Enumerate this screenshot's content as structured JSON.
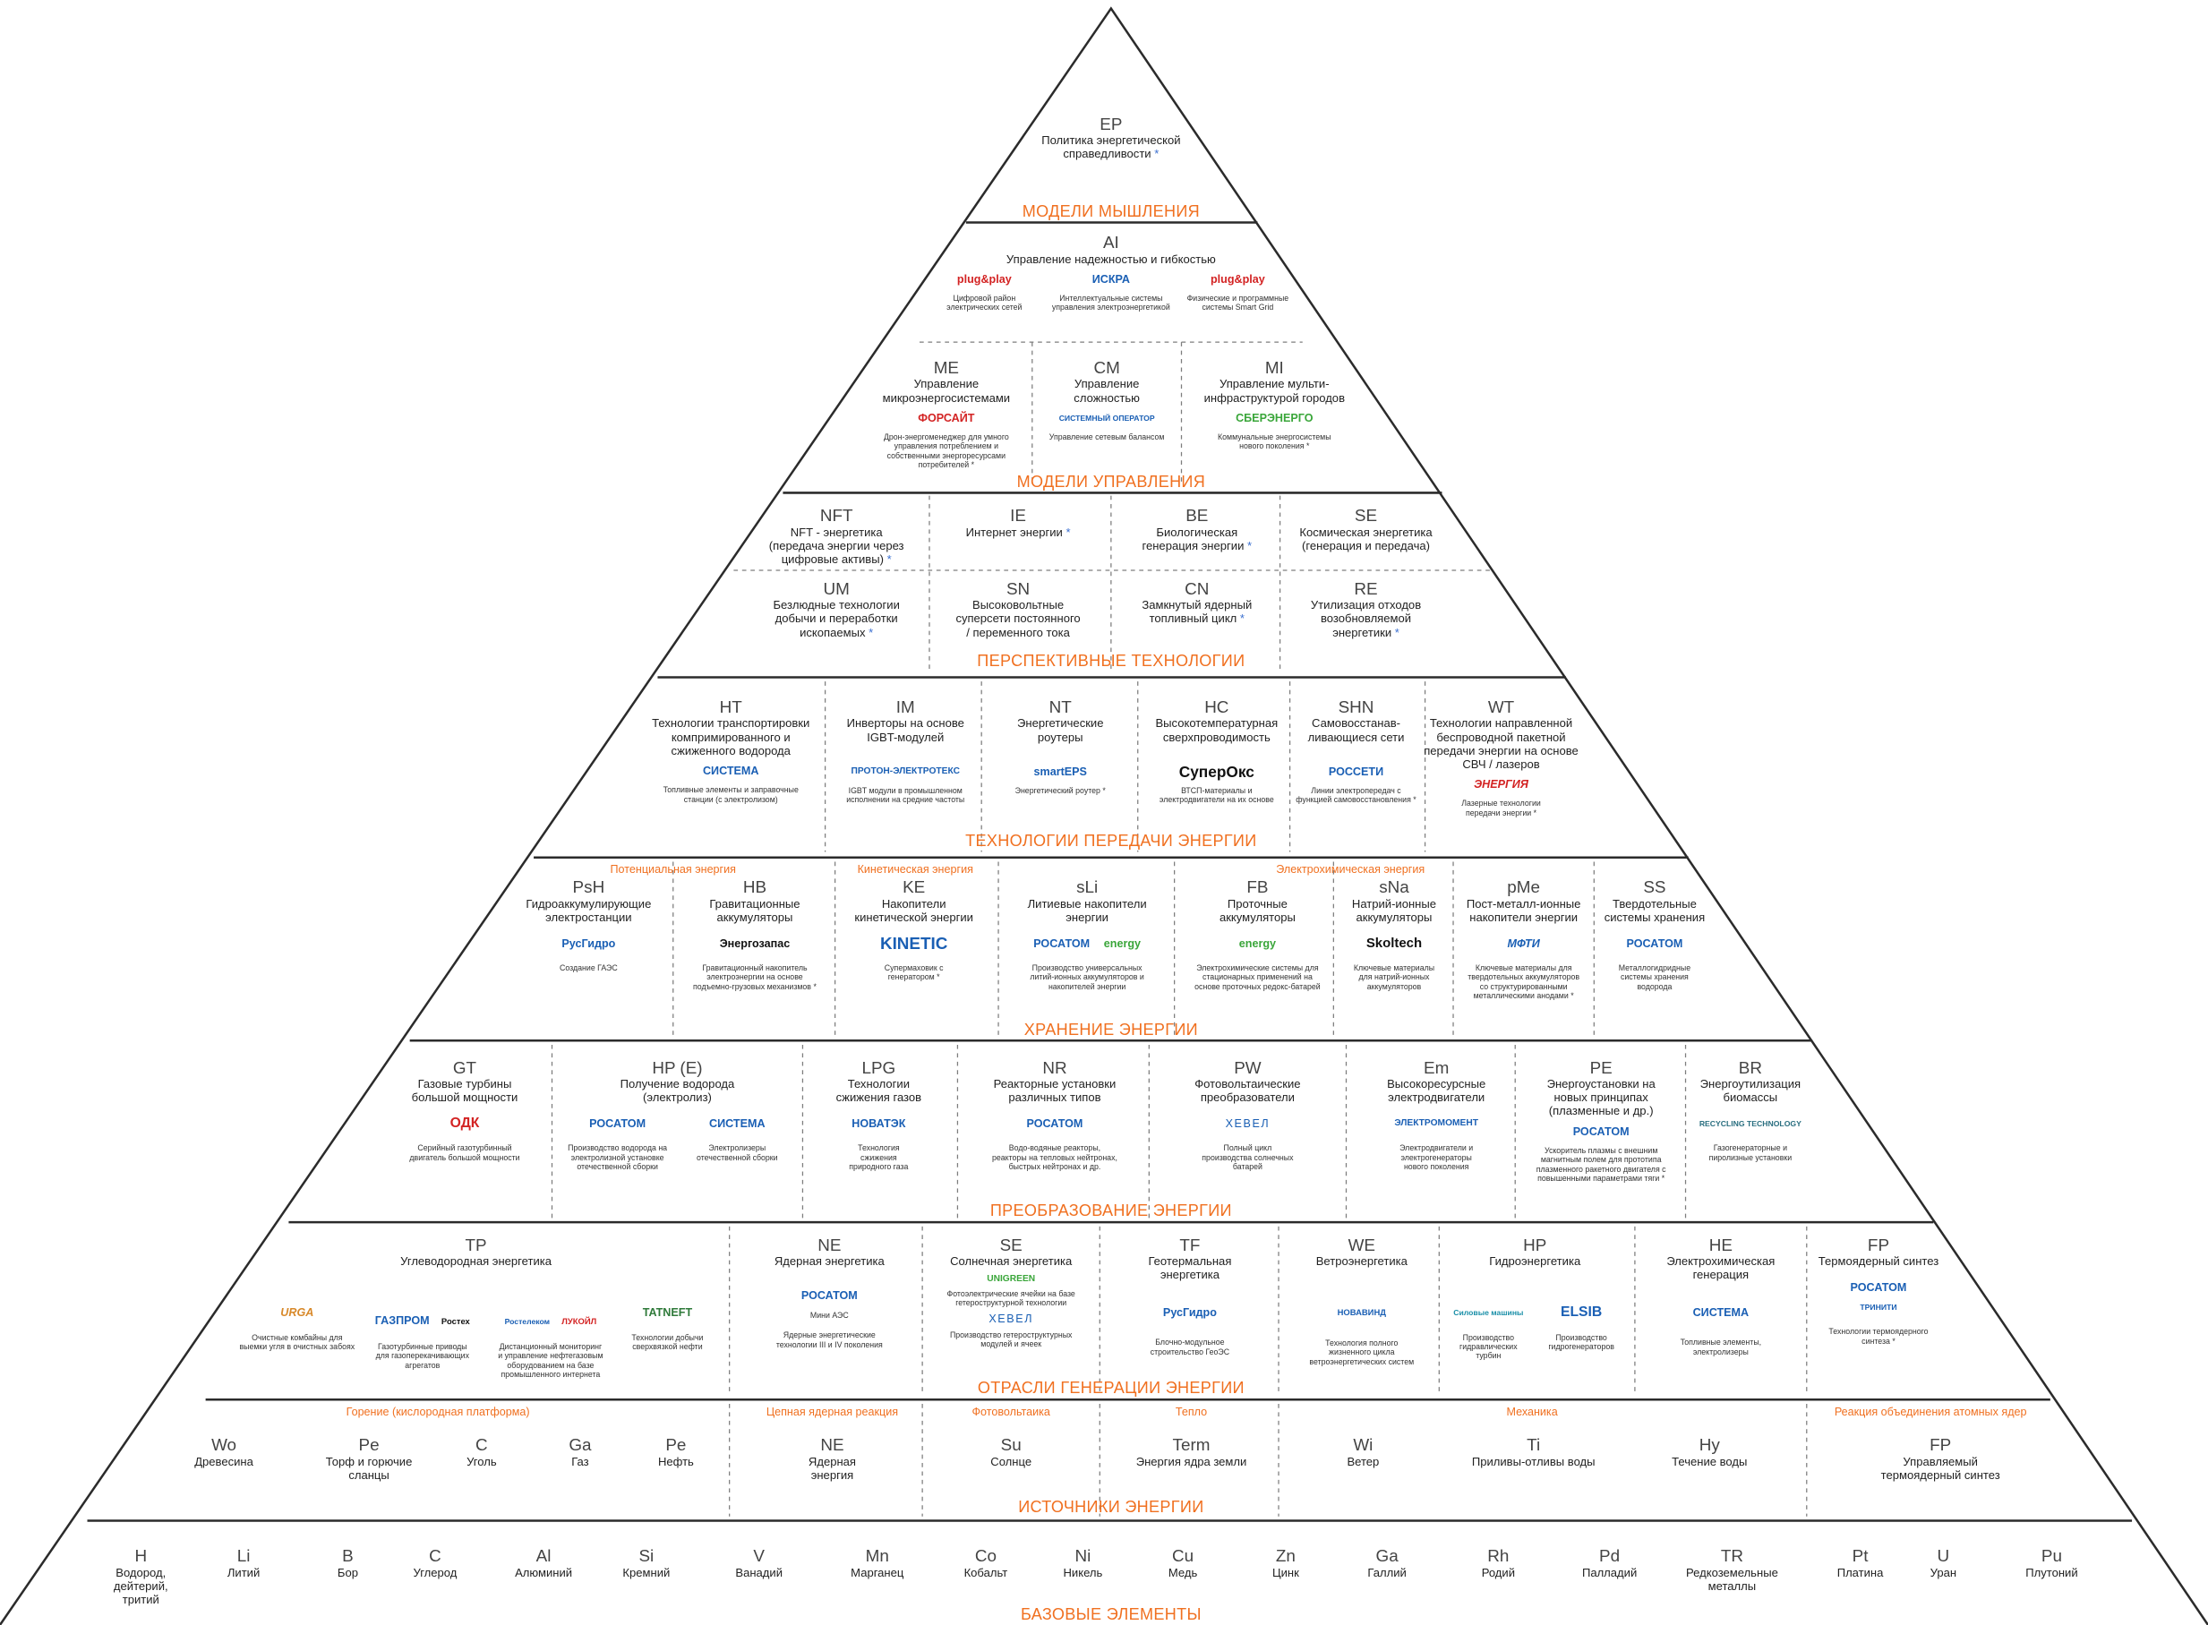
{
  "layers": {
    "thinking_models": "МОДЕЛИ МЫШЛЕНИЯ",
    "management_models": "МОДЕЛИ УПРАВЛЕНИЯ",
    "prospective_technologies": "ПЕРСПЕКТИВНЫЕ ТЕХНОЛОГИИ",
    "transmission_technologies": "ТЕХНОЛОГИИ ПЕРЕДАЧИ ЭНЕРГИИ",
    "energy_storage": "ХРАНЕНИЕ ЭНЕРГИИ",
    "energy_conversion": "ПРЕОБРАЗОВАНИЕ ЭНЕРГИИ",
    "generation_industries": "ОТРАСЛИ ГЕНЕРАЦИИ ЭНЕРГИИ",
    "energy_sources": "ИСТОЧНИКИ ЭНЕРГИИ",
    "base_elements": "БАЗОВЫЕ ЭЛЕМЕНТЫ"
  },
  "subheads": {
    "potential": "Потенциальная энергия",
    "kinetic": "Кинетическая энергия",
    "electrochemical": "Электрохимическая энергия",
    "combustion": "Горение (кислородная платформа)",
    "chain": "Цепная ядерная реакция",
    "photovoltaics": "Фотовольтаика",
    "heat": "Тепло",
    "mechanics": "Механика",
    "fusion": "Реакция объединения атомных ядер"
  },
  "EP": {
    "code": "EP",
    "name": "Политика энергетической\nсправедливости"
  },
  "AI": {
    "code": "AI",
    "name": "Управление надежностью и гибкостью",
    "logo1": "plug&play",
    "cap1": "Цифровой район\nэлектрических сетей",
    "logo2": "ИСКРА",
    "cap2": "Интеллектуальные системы\nуправления электроэнергетикой",
    "logo3": "plug&play",
    "cap3": "Физические и программные\nсистемы Smart Grid"
  },
  "ME": {
    "code": "ME",
    "name": "Управление\nмикроэнергосистемами",
    "logo": "ФОРСАЙТ",
    "cap": "Дрон-энергоменеджер для умного\nуправления потреблением и\nсобственными энергоресурсами\nпотребителей"
  },
  "CM": {
    "code": "CM",
    "name": "Управление\nсложностью",
    "logo": "СИСТЕМНЫЙ ОПЕРАТОР",
    "cap": "Управление сетевым балансом"
  },
  "MI": {
    "code": "MI",
    "name": "Управление мульти-\nинфраструктурой городов",
    "logo": "СБЕРЭНЕРГО",
    "cap": "Коммунальные энергосистемы\nнового поколения"
  },
  "NFT": {
    "code": "NFT",
    "name": "NFT - энергетика\n(передача энергии через\nцифровые активы)"
  },
  "IE": {
    "code": "IE",
    "name": "Интернет энергии"
  },
  "BE": {
    "code": "BE",
    "name": "Биологическая\nгенерация энергии"
  },
  "SE1": {
    "code": "SE",
    "name": "Космическая энергетика\n(генерация и передача)"
  },
  "UM": {
    "code": "UM",
    "name": "Безлюдные технологии\nдобычи и переработки\nископаемых"
  },
  "SN": {
    "code": "SN",
    "name": "Высоковольтные\nсуперсети постоянного\n/ переменного тока"
  },
  "CN": {
    "code": "CN",
    "name": "Замкнутый ядерный\nтопливный цикл"
  },
  "RE": {
    "code": "RE",
    "name": "Утилизация отходов\nвозобновляемой\nэнергетики"
  },
  "HT": {
    "code": "HT",
    "name": "Технологии транспортировки\nкомпримированного и\nсжиженного водорода",
    "logo": "СИСТЕМА",
    "cap": "Топливные элементы и заправочные\nстанции (с электролизом)"
  },
  "IM": {
    "code": "IM",
    "name": "Инверторы на основе\nIGBT-модулей",
    "logo": "ПРОТОН-ЭЛЕКТРОТЕКС",
    "cap": "IGBT модули в промышленном\nисполнении на средние частоты"
  },
  "NT": {
    "code": "NT",
    "name": "Энергетические\nроутеры",
    "logo": "smartEPS",
    "cap": "Энергетический роутер"
  },
  "HC": {
    "code": "HC",
    "name": "Высокотемпературная\nсверхпроводимость",
    "logo": "СуперОкс",
    "cap": "ВТСП-материалы и\nэлектродвигатели на их основе"
  },
  "SHN": {
    "code": "SHN",
    "name": "Самовосстанав-\nливающиеся сети",
    "logo": "РОССЕТИ",
    "cap": "Линии электропередач с\nфункцией самовосстановления"
  },
  "WT": {
    "code": "WT",
    "name": "Технологии направленной\nбеспроводной пакетной\nпередачи энергии на основе\nСВЧ / лазеров",
    "logo": "ЭНЕРГИЯ",
    "cap": "Лазерные технологии\nпередачи энергии"
  },
  "PsH": {
    "code": "PsH",
    "name": "Гидроаккумулирующие\nэлектростанции",
    "logo": "РусГидро",
    "cap": "Создание ГАЭС"
  },
  "HB": {
    "code": "HB",
    "name": "Гравитационные\nаккумуляторы",
    "logo": "Энергозапас",
    "cap": "Гравитационный накопитель\nэлектроэнергии на основе\nподъемно-грузовых механизмов"
  },
  "KE": {
    "code": "KE",
    "name": "Накопители\nкинетической энергии",
    "logo": "KINETIC",
    "cap": "Супермаховик с\nгенератором"
  },
  "sLi": {
    "code": "sLi",
    "name": "Литиевые накопители\nэнергии",
    "logo1": "РОСАТОМ",
    "logo2": "energy",
    "cap": "Производство универсальных\nлитий-ионных аккумуляторов и\nнакопителей энергии"
  },
  "FB": {
    "code": "FB",
    "name": "Проточные\nаккумуляторы",
    "logo": "energy",
    "cap": "Электрохимические системы для\nстационарных применений на\nоснове проточных редокс-батарей"
  },
  "sNa": {
    "code": "sNa",
    "name": "Натрий-ионные\nаккумуляторы",
    "logo": "Skoltech",
    "cap": "Ключевые материалы\nдля натрий-ионных\nаккумуляторов"
  },
  "pMe": {
    "code": "pMe",
    "name": "Пост-металл-ионные\nнакопители энергии",
    "logo": "МФТИ",
    "cap": "Ключевые материалы для\nтвердотельных аккумуляторов\nсо структурированными\nметаллическими анодами"
  },
  "SS": {
    "code": "SS",
    "name": "Твердотельные\nсистемы хранения",
    "logo": "РОСАТОМ",
    "cap": "Металлогидридные\nсистемы хранения\nводорода"
  },
  "GT": {
    "code": "GT",
    "name": "Газовые турбины\nбольшой мощности",
    "logo": "ОДК",
    "cap": "Серийный газотурбинный\nдвигатель большой мощности"
  },
  "HPE": {
    "code": "HP (E)",
    "name": "Получение водорода\n(электролиз)",
    "logo1": "РОСАТОМ",
    "logo2": "СИСТЕМА",
    "cap1": "Производство водорода на\nэлектролизной установке\nотечественной сборки",
    "cap2": "Электролизеры\nотечественной сборки"
  },
  "LPG": {
    "code": "LPG",
    "name": "Технологии\nсжижения газов",
    "logo": "НОВАТЭК",
    "cap": "Технология\nсжижения\nприродного газа"
  },
  "NR": {
    "code": "NR",
    "name": "Реакторные установки\nразличных типов",
    "logo": "РОСАТОМ",
    "cap": "Водо-водяные реакторы,\nреакторы на тепловых нейтронах,\nбыстрых нейтронах и др."
  },
  "PW": {
    "code": "PW",
    "name": "Фотовольтаические\nпреобразователи",
    "logo": "ХЕВЕЛ",
    "cap": "Полный цикл\nпроизводства солнечных\nбатарей"
  },
  "Em": {
    "code": "Em",
    "name": "Высокоресурсные\nэлектродвигатели",
    "logo": "ЭЛЕКТРОМОМЕНТ",
    "cap": "Электродвигатели и\nэлектрогенераторы\nнового поколения"
  },
  "PE": {
    "code": "PE",
    "name": "Энергоустановки на\nновых принципах\n(плазменные и др.)",
    "logo": "РОСАТОМ",
    "cap": "Ускоритель плазмы с внешним\nмагнитным полем для прототипа\nплазменного ракетного двигателя с\nповышенными параметрами тяги"
  },
  "BR": {
    "code": "BR",
    "name": "Энергоутилизация\nбиомассы",
    "logo": "RECYCLING TECHNOLOGY",
    "cap": "Газогенераторные и\nпиролизные установки"
  },
  "TP": {
    "code": "TP",
    "name": "Углеводородная энергетика",
    "logo1": "URGA",
    "cap1": "Очистные комбайны для\nвыемки угля в очистных забоях",
    "logo2": "ГАЗПРОМ",
    "logo2b": "Ростех",
    "cap2": "Газотурбинные приводы\nдля газоперекачивающих\nагрегатов",
    "logo3": "Ростелеком",
    "logo3b": "ЛУКОЙЛ",
    "cap3": "Дистанционный мониторинг\nи управление нефтегазовым\nоборудованием на базе\nпромышленного интернета",
    "logo4": "TATNEFT",
    "cap4": "Технологии добычи\nсверхвязкой нефти"
  },
  "NE": {
    "code": "NE",
    "name": "Ядерная энергетика",
    "logo": "РОСАТОМ",
    "cap0": "Мини АЭС",
    "cap": "Ядерные энергетические\nтехнологии III и IV поколения"
  },
  "SE2": {
    "code": "SE",
    "name": "Солнечная энергетика",
    "logo1": "UNIGREEN",
    "cap1": "Фотоэлектрические ячейки на базе\nгетероструктурной технологии",
    "logo2": "ХЕВЕЛ",
    "cap2": "Производство гетероструктурных\nмодулей и ячеек"
  },
  "TF": {
    "code": "TF",
    "name": "Геотермальная\nэнергетика",
    "logo": "РусГидро",
    "cap": "Блочно-модульное\nстроительство ГеоЭС"
  },
  "WE": {
    "code": "WE",
    "name": "Ветроэнергетика",
    "logo": "НОВАВИНД",
    "cap": "Технология полного\nжизненного цикла\nветроэнергетических систем"
  },
  "HP": {
    "code": "HP",
    "name": "Гидроэнергетика",
    "logo1": "Силовые машины",
    "logo2": "ELSIB",
    "cap1": "Производство\nгидравлических\nтурбин",
    "cap2": "Производство\nгидрогенераторов"
  },
  "HE": {
    "code": "HE",
    "name": "Электрохимическая\nгенерация",
    "logo": "СИСТЕМА",
    "cap": "Топливные элементы,\nэлектролизеры"
  },
  "FP": {
    "code": "FP",
    "name": "Термоядерный синтез",
    "logo1": "РОСАТОМ",
    "logo2": "ТРИНИТИ",
    "cap": "Технологии термоядерного\nсинтеза"
  },
  "sources": [
    {
      "code": "Wo",
      "name": "Древесина"
    },
    {
      "code": "Pe",
      "name": "Торф и горючие\nсланцы"
    },
    {
      "code": "C",
      "name": "Уголь"
    },
    {
      "code": "Ga",
      "name": "Газ"
    },
    {
      "code": "Pe",
      "name": "Нефть"
    },
    {
      "code": "NE",
      "name": "Ядерная\nэнергия"
    },
    {
      "code": "Su",
      "name": "Солнце"
    },
    {
      "code": "Term",
      "name": "Энергия ядра земли"
    },
    {
      "code": "Wi",
      "name": "Ветер"
    },
    {
      "code": "Ti",
      "name": "Приливы-отливы воды"
    },
    {
      "code": "Hy",
      "name": "Течение воды"
    },
    {
      "code": "FP",
      "name": "Управляемый\nтермоядерный синтез"
    }
  ],
  "elements": [
    {
      "sym": "H",
      "name": "Водород,\nдейтерий,\nтритий"
    },
    {
      "sym": "Li",
      "name": "Литий"
    },
    {
      "sym": "B",
      "name": "Бор"
    },
    {
      "sym": "C",
      "name": "Углерод"
    },
    {
      "sym": "Al",
      "name": "Алюминий"
    },
    {
      "sym": "Si",
      "name": "Кремний"
    },
    {
      "sym": "V",
      "name": "Ванадий"
    },
    {
      "sym": "Mn",
      "name": "Марганец"
    },
    {
      "sym": "Co",
      "name": "Кобальт"
    },
    {
      "sym": "Ni",
      "name": "Никель"
    },
    {
      "sym": "Cu",
      "name": "Медь"
    },
    {
      "sym": "Zn",
      "name": "Цинк"
    },
    {
      "sym": "Ga",
      "name": "Галлий"
    },
    {
      "sym": "Rh",
      "name": "Родий"
    },
    {
      "sym": "Pd",
      "name": "Палладий"
    },
    {
      "sym": "TR",
      "name": "Редкоземельные\nметаллы"
    },
    {
      "sym": "Pt",
      "name": "Платина"
    },
    {
      "sym": "U",
      "name": "Уран"
    },
    {
      "sym": "Pu",
      "name": "Плутоний"
    }
  ],
  "star": "*"
}
